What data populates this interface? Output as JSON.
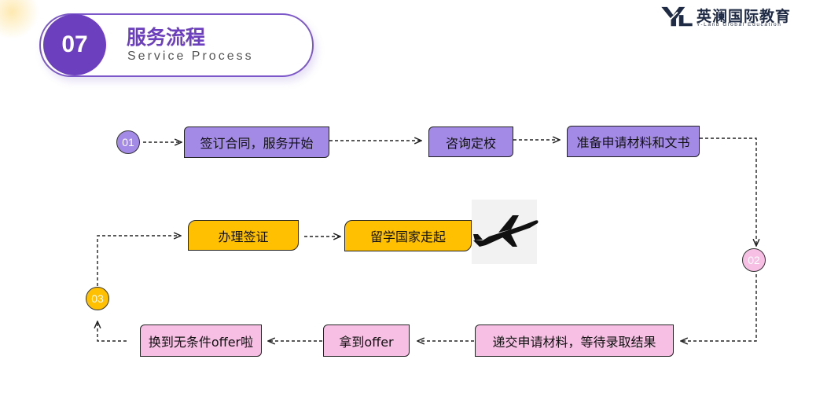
{
  "header": {
    "number": "07",
    "title": "服务流程",
    "subtitle": "Service Process"
  },
  "logo": {
    "name": "英澜国际教育",
    "tagline": "Y-Land Global Education"
  },
  "steps": {
    "s1": "01",
    "b1": "签订合同，服务开始",
    "b2": "咨询定校",
    "b3": "准备申请材料和文书",
    "s2": "02",
    "b4": "递交申请材料，等待录取结果",
    "b5": "拿到offer",
    "b6": "换到无条件offer啦",
    "s3": "03",
    "b7": "办理签证",
    "b8": "留学国家走起"
  },
  "colors": {
    "purple": "#a28ae6",
    "yellow": "#fec000",
    "pink": "#f6bfe3",
    "brand": "#6c3fbf"
  }
}
